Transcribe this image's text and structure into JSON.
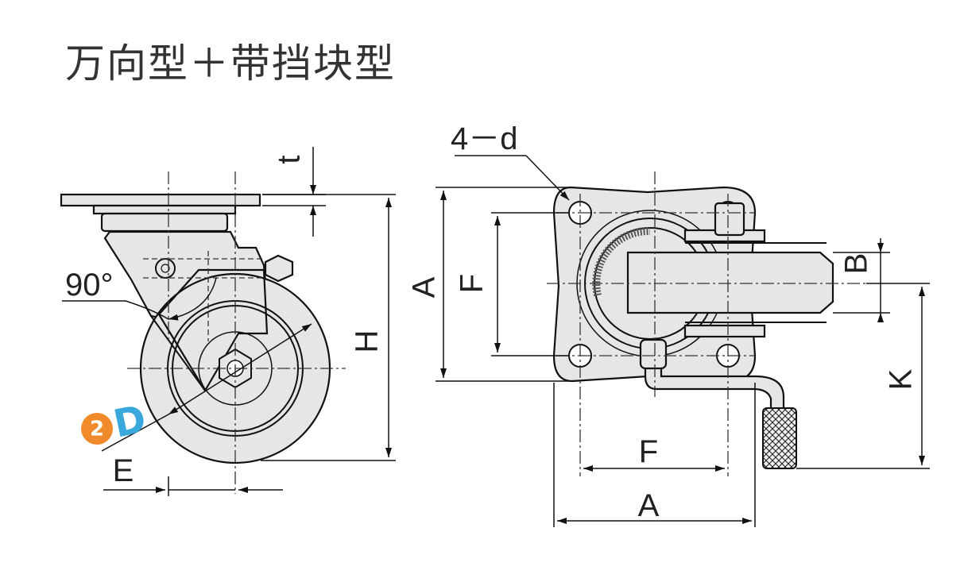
{
  "title": "万向型＋带挡块型",
  "labels": {
    "t": "t",
    "angle": "90°",
    "H": "H",
    "badge_number": "2",
    "D": "D",
    "E": "E",
    "hole_spec": "4－d",
    "A_vertical": "A",
    "F_vertical": "F",
    "B": "B",
    "K": "K",
    "F_horizontal": "F",
    "A_horizontal": "A"
  },
  "colors": {
    "badge": "#f08a2a",
    "D_letter": "#3aa8dc",
    "line": "#111111",
    "part_fill": "#e6e6e6",
    "title": "#333333"
  }
}
